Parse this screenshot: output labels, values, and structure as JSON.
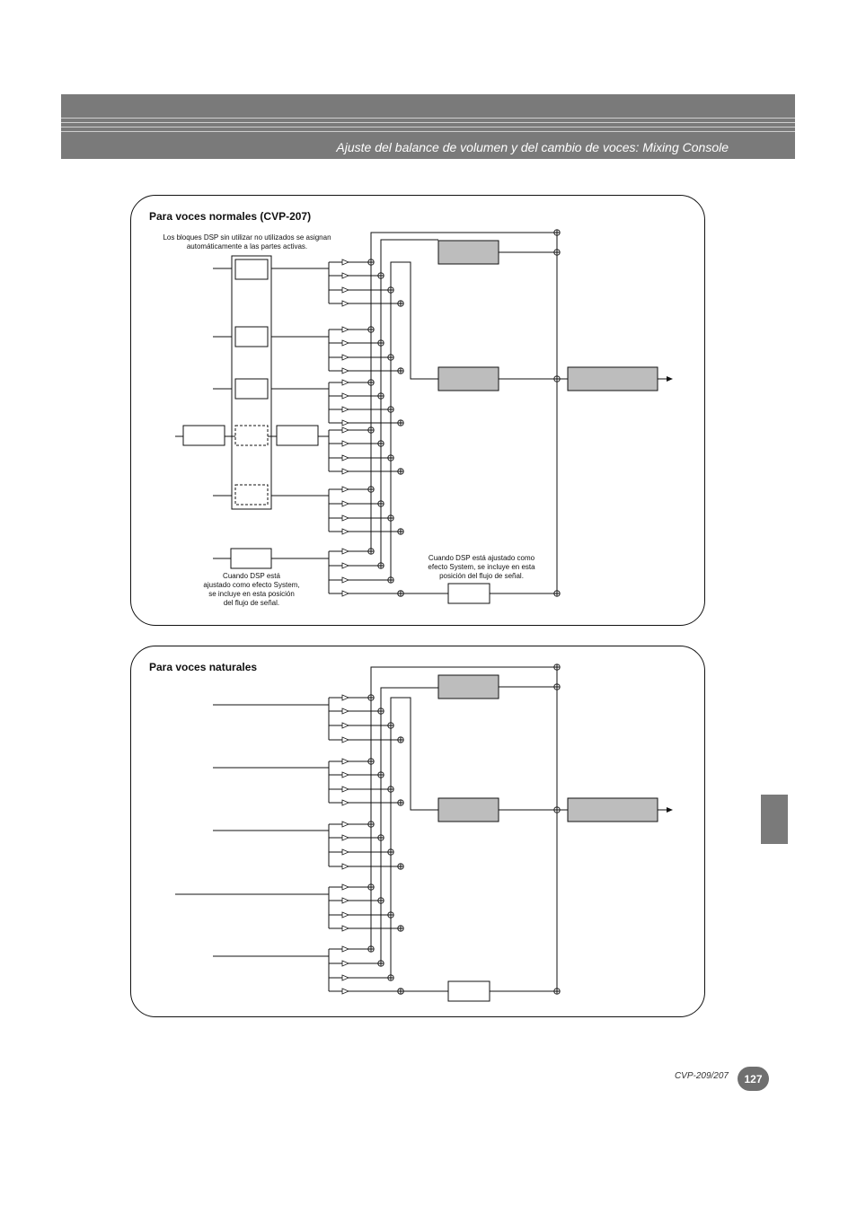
{
  "header": {
    "title": "Ajuste del balance de volumen y del cambio de voces: Mixing Console"
  },
  "panel_normal": {
    "title": "Para voces normales (CVP-207)",
    "note_top": "Los bloques DSP sin utilizar no utilizados se asignan\nautomáticamente a las partes activas.",
    "note_left": "Cuando DSP está\najustado como efecto System,\nse incluye en esta posición\ndel flujo de señal.",
    "note_right": "Cuando DSP está ajustado como\nefecto System, se incluye en esta\nposición del flujo de señal."
  },
  "panel_natural": {
    "title": "Para voces naturales"
  },
  "footer": {
    "model": "CVP-209/207",
    "page_number": "127"
  }
}
